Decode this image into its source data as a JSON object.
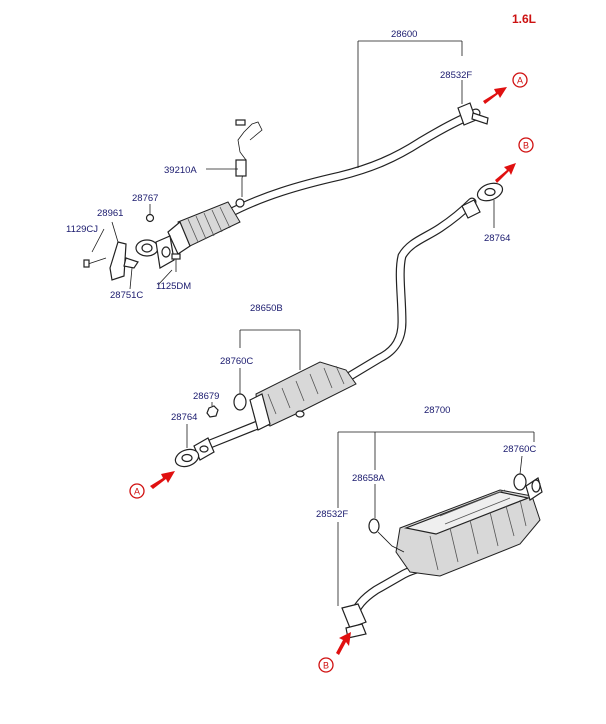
{
  "diagram": {
    "variant": "1.6L",
    "parts": {
      "p28600": "28600",
      "p28532F_top": "28532F",
      "p39210A": "39210A",
      "p28767": "28767",
      "p28961": "28961",
      "p1129CJ": "1129CJ",
      "p28751C": "28751C",
      "p1125DM": "1125DM",
      "p28764_top": "28764",
      "p28650B": "28650B",
      "p28760C_mid": "28760C",
      "p28679": "28679",
      "p28764_mid": "28764",
      "p28700": "28700",
      "p28760C_right": "28760C",
      "p28658A": "28658A",
      "p28532F_bottom": "28532F"
    },
    "refs": {
      "a_top": "A",
      "b_top": "B",
      "a_bottom": "A",
      "b_bottom": "B"
    }
  }
}
